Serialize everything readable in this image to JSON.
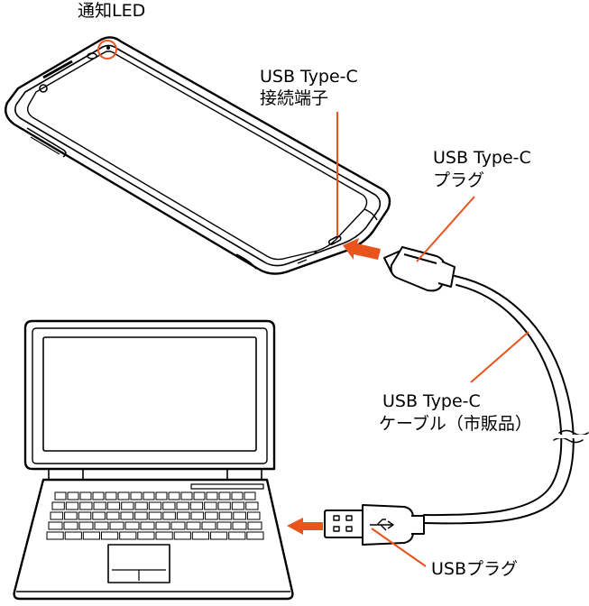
{
  "labels": {
    "notification_led": "通知LED",
    "usb_port_line1": "USB Type-C",
    "usb_port_line2": "接続端子",
    "typec_plug_line1": "USB Type-C",
    "typec_plug_line2": "プラグ",
    "cable_line1": "USB Type-C",
    "cable_line2": "ケーブル（市販品）",
    "usb_plug": "USBプラグ"
  },
  "colors": {
    "line": "#000000",
    "leader": "#e8541c",
    "arrow": "#e8541c",
    "background": "#ffffff"
  }
}
